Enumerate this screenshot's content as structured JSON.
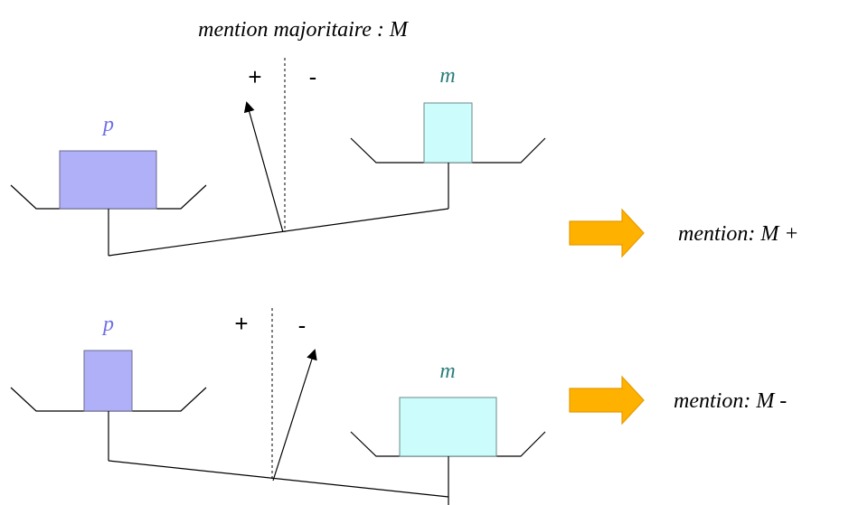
{
  "title": "mention majoritaire : M",
  "scales": [
    {
      "id": "top",
      "plus_label": "+",
      "minus_label": "-",
      "left_pan_label": "p",
      "right_pan_label": "m",
      "result_label": "mention: M +"
    },
    {
      "id": "bottom",
      "plus_label": "+",
      "minus_label": "-",
      "left_pan_label": "p",
      "right_pan_label": "m",
      "result_label": "mention: M -"
    }
  ],
  "colors": {
    "p_fill": "#b0b0f8",
    "p_label": "#6f6fe6",
    "m_fill": "#ccfcfc",
    "m_label": "#2a7d7d",
    "arrow_fill": "#ffb100",
    "arrow_stroke": "#e79a00",
    "line": "#000000"
  }
}
